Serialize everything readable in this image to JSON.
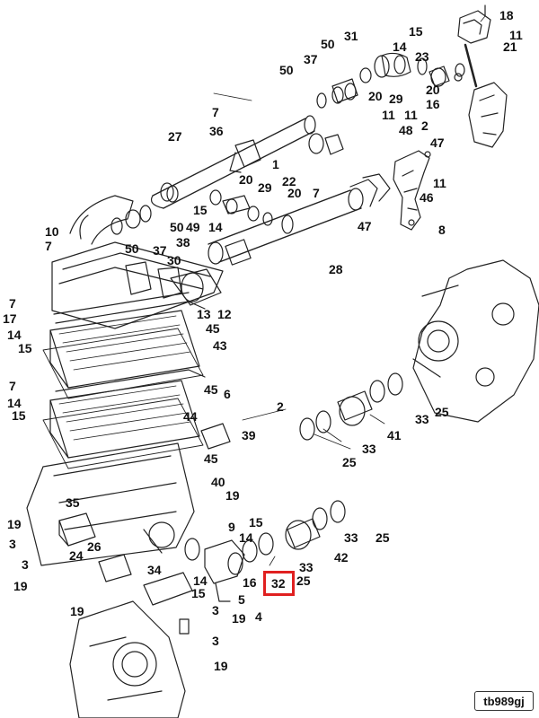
{
  "diagram": {
    "highlighted_callout": "32",
    "figure_id": "tb989gj",
    "highlight_color": "#e02020",
    "callouts": [
      {
        "id": "c18a",
        "label": "18"
      },
      {
        "id": "c11a",
        "label": "11"
      },
      {
        "id": "c15a",
        "label": "15"
      },
      {
        "id": "c31",
        "label": "31"
      },
      {
        "id": "c14a",
        "label": "14"
      },
      {
        "id": "c50a",
        "label": "50"
      },
      {
        "id": "c21",
        "label": "21"
      },
      {
        "id": "c23",
        "label": "23"
      },
      {
        "id": "c37a",
        "label": "37"
      },
      {
        "id": "c50b",
        "label": "50"
      },
      {
        "id": "c20a",
        "label": "20"
      },
      {
        "id": "c29a",
        "label": "29"
      },
      {
        "id": "c20b",
        "label": "20"
      },
      {
        "id": "c16a",
        "label": "16"
      },
      {
        "id": "c7a",
        "label": "7"
      },
      {
        "id": "c11b",
        "label": "11"
      },
      {
        "id": "c11c",
        "label": "11"
      },
      {
        "id": "c36",
        "label": "36"
      },
      {
        "id": "c2a",
        "label": "2"
      },
      {
        "id": "c27",
        "label": "27"
      },
      {
        "id": "c48",
        "label": "48"
      },
      {
        "id": "c47a",
        "label": "47"
      },
      {
        "id": "c1",
        "label": "1"
      },
      {
        "id": "c22",
        "label": "22"
      },
      {
        "id": "c20c",
        "label": "20"
      },
      {
        "id": "c11d",
        "label": "11"
      },
      {
        "id": "c29b",
        "label": "29"
      },
      {
        "id": "c20d",
        "label": "20"
      },
      {
        "id": "c46",
        "label": "46"
      },
      {
        "id": "c7b",
        "label": "7"
      },
      {
        "id": "c15b",
        "label": "15"
      },
      {
        "id": "c47b",
        "label": "47"
      },
      {
        "id": "c50c",
        "label": "50"
      },
      {
        "id": "c49",
        "label": "49"
      },
      {
        "id": "c14b",
        "label": "14"
      },
      {
        "id": "c8",
        "label": "8"
      },
      {
        "id": "c10",
        "label": "10"
      },
      {
        "id": "c7c",
        "label": "7"
      },
      {
        "id": "c50d",
        "label": "50"
      },
      {
        "id": "c37b",
        "label": "37"
      },
      {
        "id": "c38",
        "label": "38"
      },
      {
        "id": "c30",
        "label": "30"
      },
      {
        "id": "c28",
        "label": "28"
      },
      {
        "id": "c7d",
        "label": "7"
      },
      {
        "id": "c17",
        "label": "17"
      },
      {
        "id": "c13",
        "label": "13"
      },
      {
        "id": "c12",
        "label": "12"
      },
      {
        "id": "c45a",
        "label": "45"
      },
      {
        "id": "c14c",
        "label": "14"
      },
      {
        "id": "c15c",
        "label": "15"
      },
      {
        "id": "c43",
        "label": "43"
      },
      {
        "id": "c7e",
        "label": "7"
      },
      {
        "id": "c45b",
        "label": "45"
      },
      {
        "id": "c6",
        "label": "6"
      },
      {
        "id": "c14d",
        "label": "14"
      },
      {
        "id": "c15d",
        "label": "15"
      },
      {
        "id": "c44",
        "label": "44"
      },
      {
        "id": "c2b",
        "label": "2"
      },
      {
        "id": "c25a",
        "label": "25"
      },
      {
        "id": "c33a",
        "label": "33"
      },
      {
        "id": "c41",
        "label": "41"
      },
      {
        "id": "c39",
        "label": "39"
      },
      {
        "id": "c45c",
        "label": "45"
      },
      {
        "id": "c33b",
        "label": "33"
      },
      {
        "id": "c25b",
        "label": "25"
      },
      {
        "id": "c40",
        "label": "40"
      },
      {
        "id": "c35",
        "label": "35"
      },
      {
        "id": "c19a",
        "label": "19"
      },
      {
        "id": "c19b",
        "label": "19"
      },
      {
        "id": "c9",
        "label": "9"
      },
      {
        "id": "c15e",
        "label": "15"
      },
      {
        "id": "c3a",
        "label": "3"
      },
      {
        "id": "c26",
        "label": "26"
      },
      {
        "id": "c14e",
        "label": "14"
      },
      {
        "id": "c33c",
        "label": "33"
      },
      {
        "id": "c25c",
        "label": "25"
      },
      {
        "id": "c24",
        "label": "24"
      },
      {
        "id": "c3b",
        "label": "3"
      },
      {
        "id": "c42",
        "label": "42"
      },
      {
        "id": "c33d",
        "label": "33"
      },
      {
        "id": "c34",
        "label": "34"
      },
      {
        "id": "c19c",
        "label": "19"
      },
      {
        "id": "c14f",
        "label": "14"
      },
      {
        "id": "c16b",
        "label": "16"
      },
      {
        "id": "c32",
        "label": "32"
      },
      {
        "id": "c25d",
        "label": "25"
      },
      {
        "id": "c15f",
        "label": "15"
      },
      {
        "id": "c5",
        "label": "5"
      },
      {
        "id": "c19d",
        "label": "19"
      },
      {
        "id": "c3c",
        "label": "3"
      },
      {
        "id": "c19e",
        "label": "19"
      },
      {
        "id": "c4",
        "label": "4"
      },
      {
        "id": "c3d",
        "label": "3"
      },
      {
        "id": "c19f",
        "label": "19"
      }
    ]
  }
}
